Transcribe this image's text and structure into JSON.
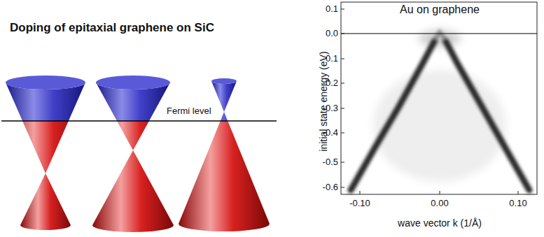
{
  "diagram": {
    "title": "Doping of epitaxial graphene on SiC",
    "labels": [
      "Fermi level",
      "Au on graphene",
      "0.1",
      "0.0",
      "-0.1",
      "-0.2",
      "-0.3",
      "-0.4",
      "-0.5",
      "-0.6",
      "-0.10",
      "0.00",
      "0.10",
      "initial state energy (eV)",
      "wave vector k (1/Å)"
    ]
  }
}
